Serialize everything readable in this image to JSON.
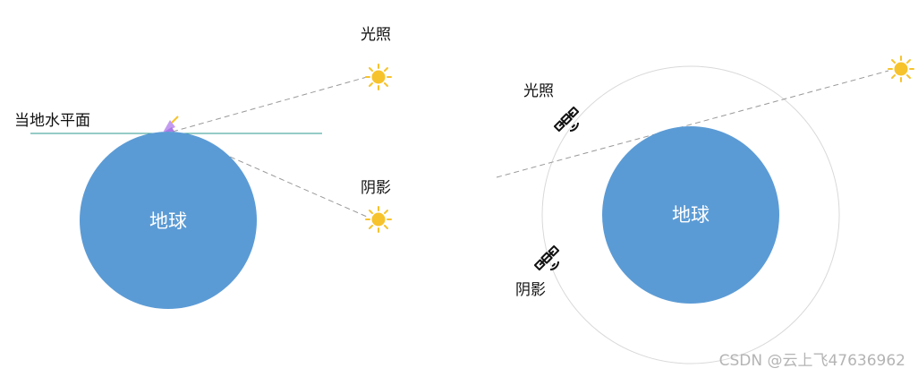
{
  "colors": {
    "earth": "#5b9bd5",
    "horizon": "#2e9a8f",
    "sun": "#f7c32c",
    "ray": "#999999",
    "orbit": "#d9d9d9",
    "antenna": "#c39bf0"
  },
  "left_panel": {
    "horizon_label": "当地水平面",
    "sunlit_label": "光照",
    "shadow_label": "阴影",
    "earth_label": "地球"
  },
  "right_panel": {
    "sunlit_label": "光照",
    "shadow_label": "阴影",
    "earth_label": "地球"
  },
  "icons": [
    "sun-icon",
    "satellite-icon",
    "ground-antenna-icon"
  ],
  "watermark": "CSDN @云上飞47636962"
}
